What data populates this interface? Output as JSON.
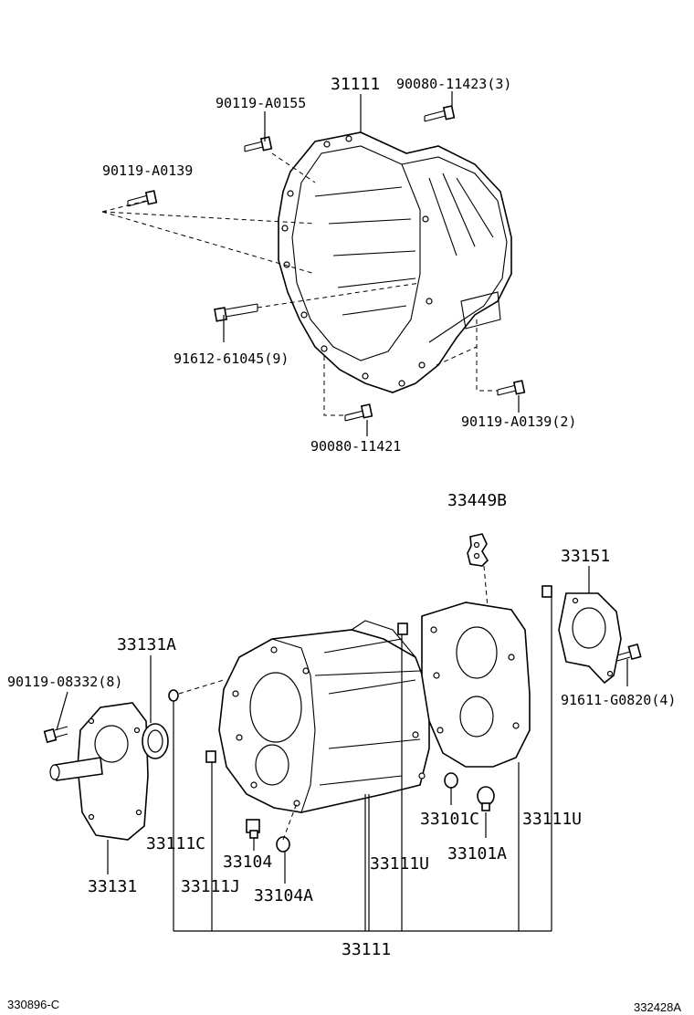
{
  "upper_assembly": {
    "labels": {
      "housing": "31111",
      "bolt_top_right": "90080-11423(3)",
      "bolt_top": "90119-A0155",
      "bolt_left": "90119-A0139",
      "stud_left": "91612-61045(9)",
      "bolt_right": "90119-A0139(2)",
      "bolt_bottom": "90080-11421"
    }
  },
  "lower_assembly": {
    "labels": {
      "bracket_top": "33449B",
      "retainer_right": "33151",
      "seal": "33131A",
      "bolt_left": "90119-08332(8)",
      "bolt_right": "91611-G0820(4)",
      "retainer_left": "33131",
      "pin_c": "33111C",
      "plug": "33104",
      "pin_j": "33111J",
      "gasket": "33104A",
      "pin_u_mid": "33111U",
      "plug_c": "33101C",
      "plug_a": "33101A",
      "pin_u_right": "33111U",
      "case_total": "33111"
    }
  },
  "footer": {
    "code_left": "330896-C",
    "code_right": "332428A"
  }
}
